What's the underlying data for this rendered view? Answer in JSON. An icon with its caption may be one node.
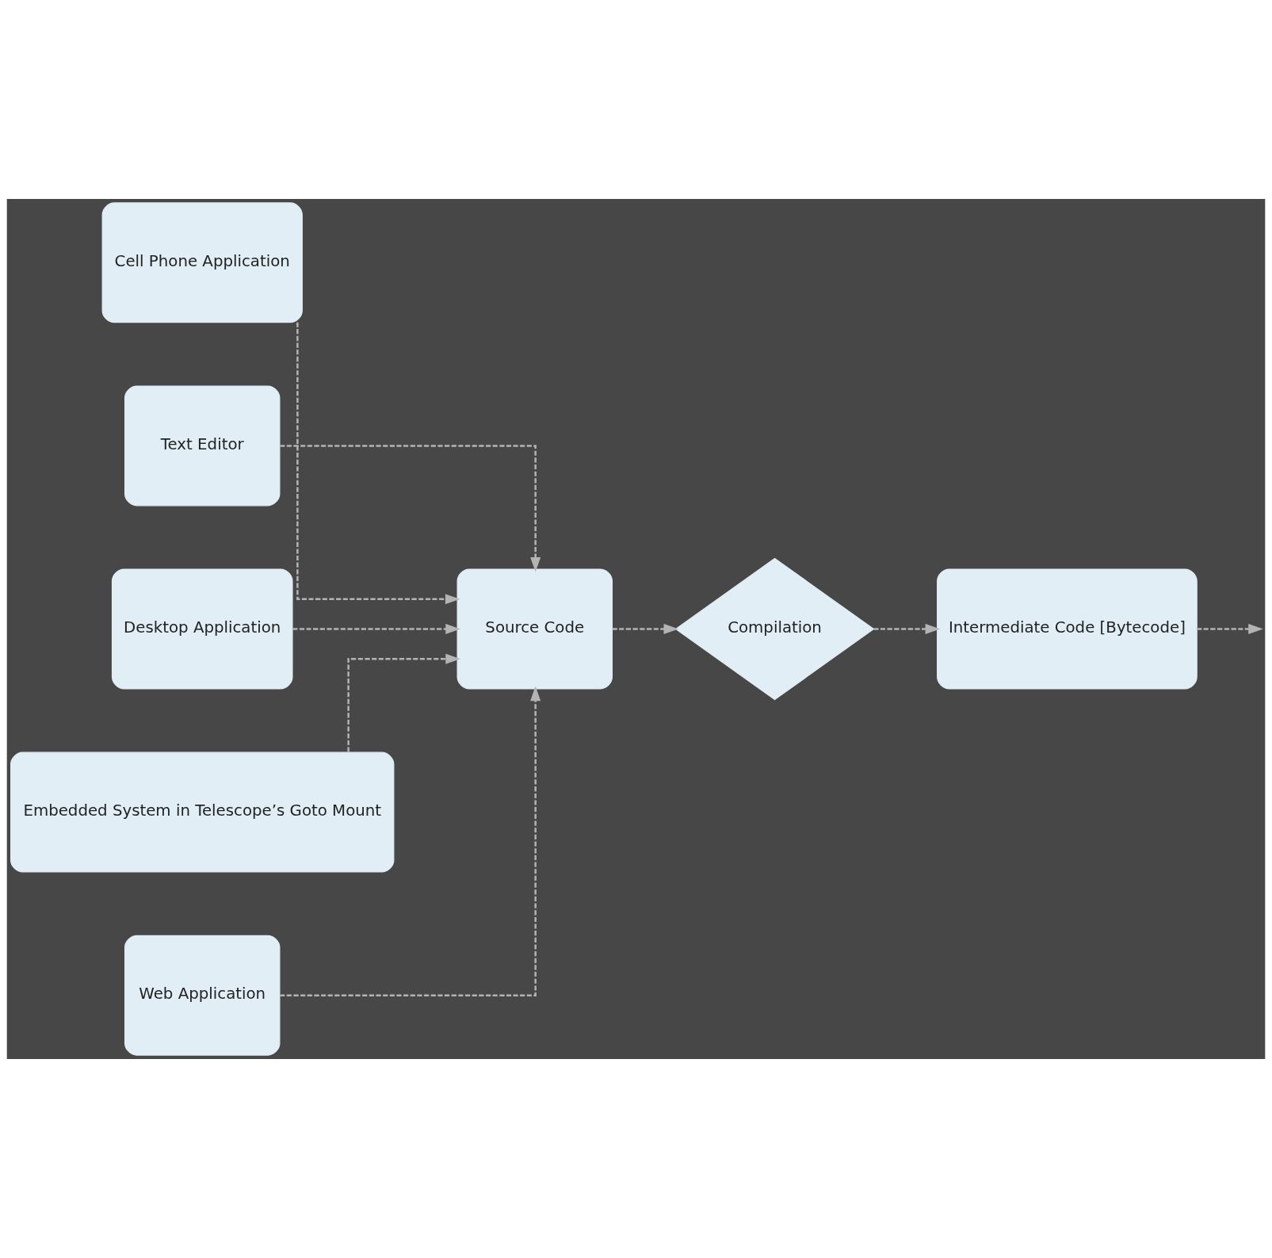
{
  "diagram": {
    "nodes": [
      {
        "text": [
          "Cell Phone Application"
        ]
      },
      {
        "text": [
          "Text Editor"
        ]
      },
      {
        "text": [
          "Desktop Application"
        ]
      },
      {
        "text": [
          "Embedded System in Telescope’s Goto Mount"
        ]
      },
      {
        "text": [
          "Web Application"
        ]
      },
      {
        "text": [
          "Source Code"
        ]
      },
      {
        "text": [
          "Compilation"
        ]
      },
      {
        "text": [
          "Intermediate Code [Bytecode]"
        ]
      }
    ],
    "edges": [
      {
        "from": 0,
        "to": 5,
        "arrow": "to",
        "style": "dashed"
      },
      {
        "from": 1,
        "to": 5,
        "arrow": "to",
        "style": "dashed"
      },
      {
        "from": 2,
        "to": 5,
        "arrow": "to",
        "style": "dashed"
      },
      {
        "from": 3,
        "to": 5,
        "arrow": "to",
        "style": "dashed"
      },
      {
        "from": 4,
        "to": 5,
        "arrow": "to",
        "style": "dashed"
      },
      {
        "from": 5,
        "to": 6,
        "arrow": "to",
        "style": "dashed"
      },
      {
        "from": 6,
        "to": 7,
        "arrow": "to",
        "style": "dashed"
      },
      {
        "from": 7,
        "to": null,
        "arrow": "to",
        "style": "dashed"
      }
    ]
  }
}
